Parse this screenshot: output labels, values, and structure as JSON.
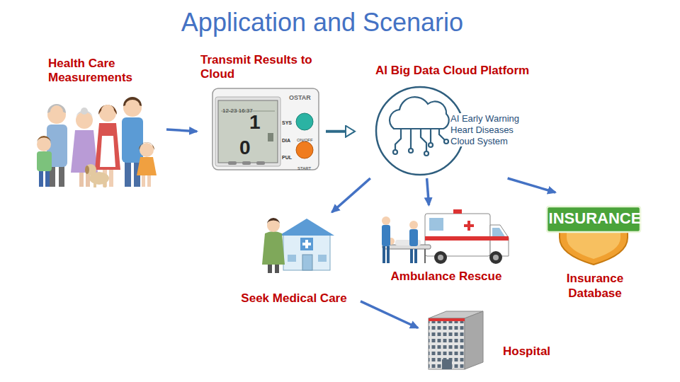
{
  "diagram": {
    "title": "Application and Scenario",
    "nodes": [
      {
        "text": [
          "Health Care Measurements"
        ]
      },
      {
        "text": [
          "Transmit Results to Cloud"
        ]
      },
      {
        "text": [
          "AI Big Data Cloud Platform",
          "AI Early Warning Heart Diseases Cloud System"
        ]
      },
      {
        "text": [
          "Seek Medical Care"
        ]
      },
      {
        "text": [
          "Ambulance Rescue"
        ]
      },
      {
        "text": [
          "INSURANCE",
          "Insurance Database"
        ]
      },
      {
        "text": [
          "Hospital"
        ]
      }
    ],
    "edges": [
      {
        "from": 0,
        "to": 1,
        "arrow": "to"
      },
      {
        "from": 1,
        "to": 2,
        "arrow": "to"
      },
      {
        "from": 2,
        "to": 3,
        "arrow": "to"
      },
      {
        "from": 2,
        "to": 4,
        "arrow": "to"
      },
      {
        "from": 2,
        "to": 5,
        "arrow": "to"
      },
      {
        "from": 3,
        "to": 6,
        "arrow": "to"
      }
    ],
    "labels": [
      "OSTAR",
      "12-23 16:37",
      "1",
      "0",
      "SYS",
      "DIA",
      "PUL",
      "ON/OFF",
      "START"
    ]
  }
}
